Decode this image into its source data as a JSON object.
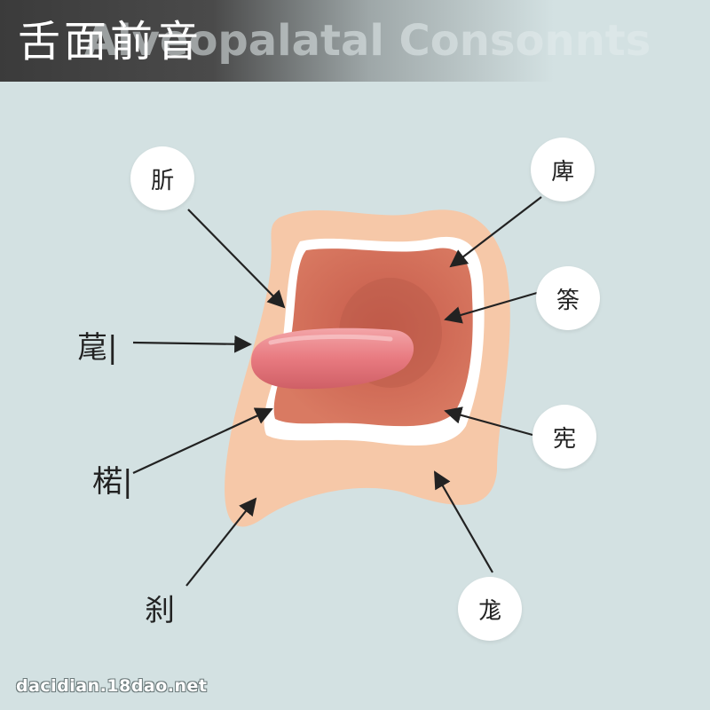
{
  "header": {
    "title_zh": "舌面前音",
    "title_en": "Alveopalatal Consonnts"
  },
  "labels": {
    "top_left": "肵",
    "top_right": "庳",
    "middle_right": "筡",
    "lower_right": "宪",
    "bottom_right": "尨",
    "left_upper": "荱|",
    "left_middle": "楉|",
    "left_bottom": "刹"
  },
  "footer": {
    "watermark": "dacidian.18dao.net"
  },
  "colors": {
    "background": "#d3e1e2",
    "outer_skin": "#f6c8a8",
    "inner_mouth": "#d8705c",
    "tongue": "#e87a80",
    "arrow": "#222222"
  }
}
